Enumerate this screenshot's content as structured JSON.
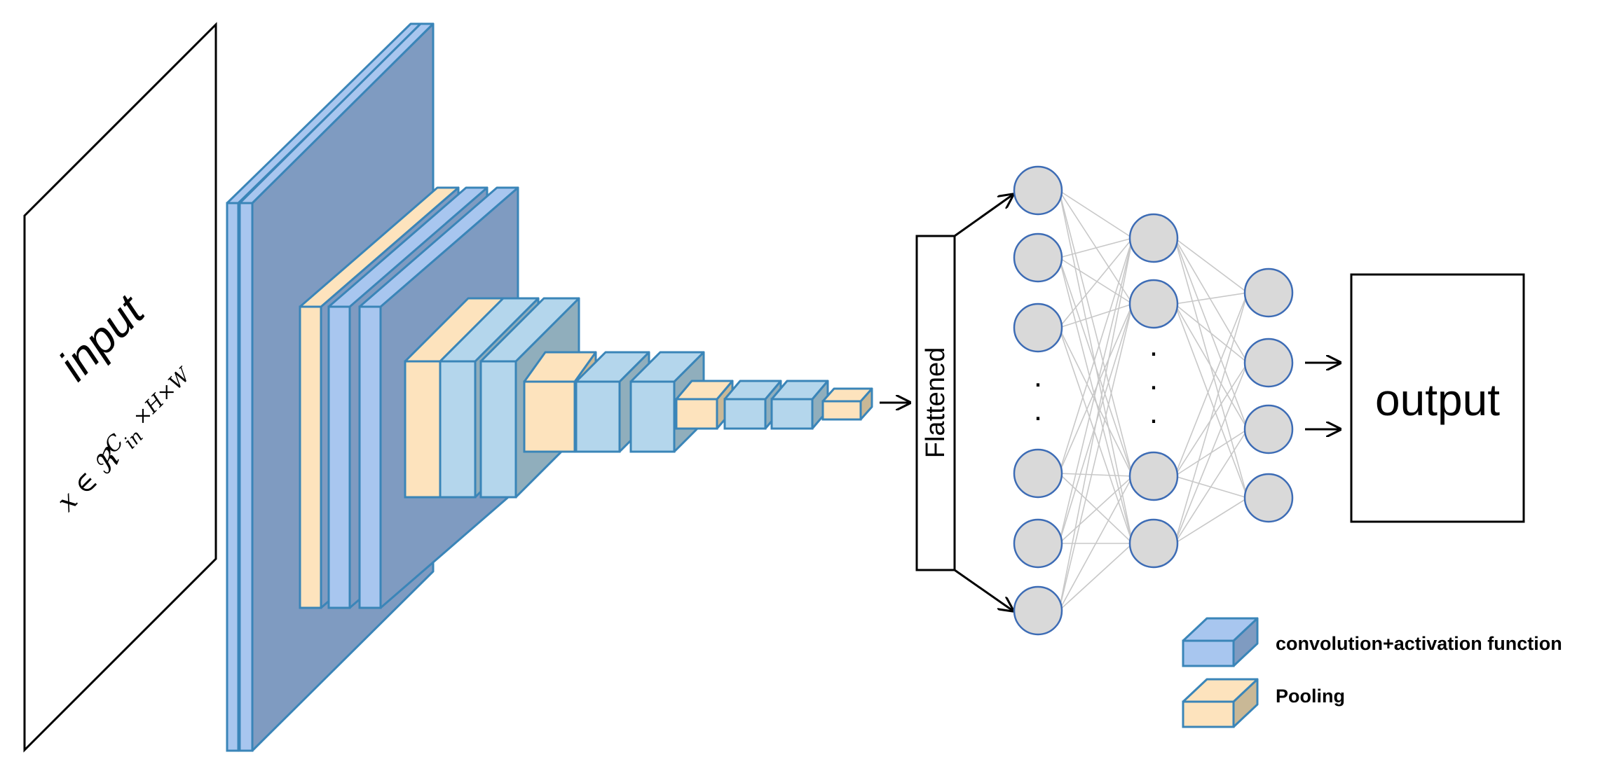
{
  "diagram": {
    "input_label": "input",
    "input_formula": "x ∈ ℜ",
    "input_formula_sup": "C",
    "input_formula_sub": "in",
    "input_formula_tail": " ×H×W",
    "flattened_label": "Flattened",
    "output_label": "output",
    "ellipsis_dot": ".",
    "legend": {
      "conv_label": "convolution+activation function",
      "pool_label": "Pooling"
    },
    "colors": {
      "conv_front": "#a8c6ef",
      "conv_side": "#7f9bc1",
      "conv_light_front": "#b4d6ec",
      "conv_light_side": "#90aebc",
      "pool_front": "#fde3bd",
      "pool_side": "#c9b896",
      "edge": "#3a85b8",
      "node_fill": "#d9d9d9",
      "node_stroke": "#3d6cb5",
      "connection": "#c8c8c8"
    }
  }
}
